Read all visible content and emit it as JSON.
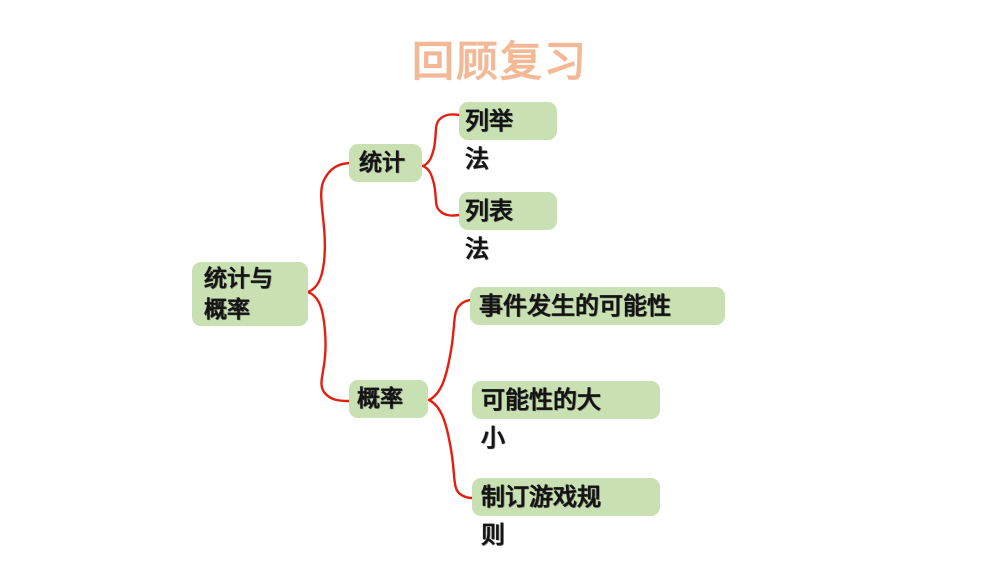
{
  "slide": {
    "title": "回顾复习",
    "title_color": "#f3b996",
    "background_color": "#ffffff",
    "node_fill_color": "#c8e0b2",
    "connector_color": "#e31f12",
    "text_color": "#141414"
  },
  "mindmap": {
    "root": {
      "label": "统计与\n概率"
    },
    "branches": [
      {
        "label": "统计",
        "children": [
          {
            "label": "列举\n法"
          },
          {
            "label": "列表\n法"
          }
        ]
      },
      {
        "label": "概率",
        "children": [
          {
            "label": "事件发生的可能性"
          },
          {
            "label": "可能性的大\n小"
          },
          {
            "label": "制订游戏规\n则"
          }
        ]
      }
    ]
  }
}
